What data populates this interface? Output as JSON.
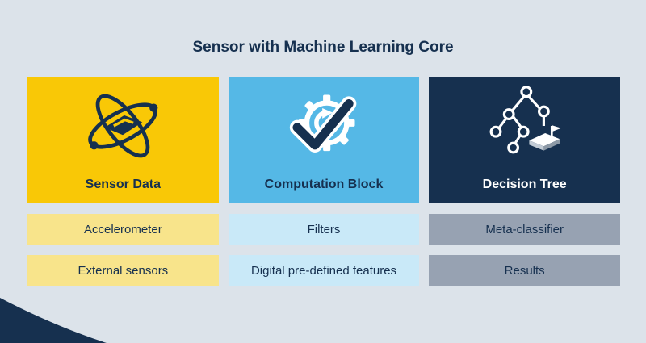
{
  "title": "Sensor with Machine Learning Core",
  "colors": {
    "background": "#dce3ea",
    "navy": "#16304f",
    "yellow": "#f9c806",
    "yellow_light": "#f8e48b",
    "blue": "#55b8e6",
    "blue_light": "#c9e9f8",
    "gray": "#97a2b2",
    "white": "#ffffff"
  },
  "columns": [
    {
      "label": "Sensor Data",
      "icon": "gyroscope-sensor-icon",
      "rows": [
        "Accelerometer",
        "External sensors"
      ]
    },
    {
      "label": "Computation Block",
      "icon": "gear-refresh-check-icon",
      "rows": [
        "Filters",
        "Digital pre-defined features"
      ]
    },
    {
      "label": "Decision Tree",
      "icon": "decision-tree-icon",
      "rows": [
        "Meta-classifier",
        "Results"
      ]
    }
  ]
}
